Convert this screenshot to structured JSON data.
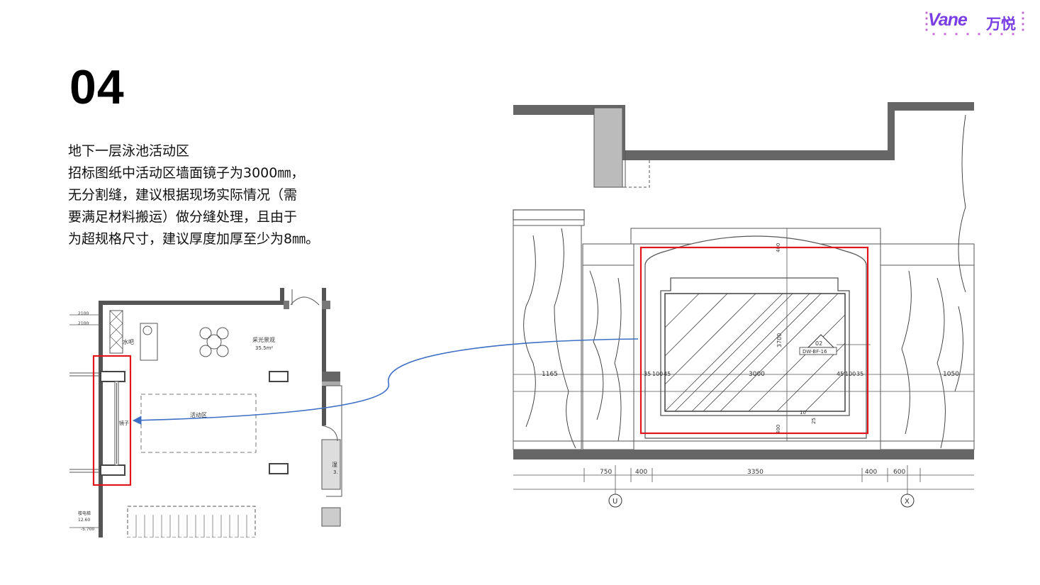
{
  "brand": {
    "logo_text": "Vane",
    "logo_cn": "万悦",
    "accent_color": "#7a3fe4"
  },
  "slide": {
    "number": "04",
    "lines": [
      "地下一层泳池活动区",
      "招标图纸中活动区墙面镜子为3000㎜，",
      "无分割缝，建议根据现场实际情况（需",
      "要满足材料搬运）做分缝处理，且由于",
      "为超规格尺寸，建议厚度加厚至少为8㎜。"
    ]
  },
  "plan": {
    "dim_top_1": "2100",
    "dim_top_2": "2100",
    "water_bar": "水吧",
    "skylight": "采光景观",
    "skylight_area": "35.5m²",
    "activity_area": "活动区",
    "mirror": "镜子",
    "wet_area": "湿",
    "wet_area_num": "3.",
    "stair_label": "楼电梯",
    "stair_level": "12.60",
    "stair_elev": "-5.700",
    "highlight_color": "#e0161b"
  },
  "elevation": {
    "dims_upper": [
      "1165",
      "35",
      "100",
      "45",
      "3000",
      "45",
      "100",
      "35",
      "1050"
    ],
    "dims_bottom": [
      "750",
      "400",
      "3350",
      "400",
      "600"
    ],
    "height_dim": "3700",
    "tag_num": "02",
    "tag_code": "DW-BF-16",
    "axis_left": "U",
    "axis_right": "X",
    "side_top": "400",
    "side_bottom": "400",
    "note_1": "10",
    "note_2": "25",
    "highlight_color": "#e0161b"
  },
  "connector": {
    "color": "#3d6fc4"
  }
}
